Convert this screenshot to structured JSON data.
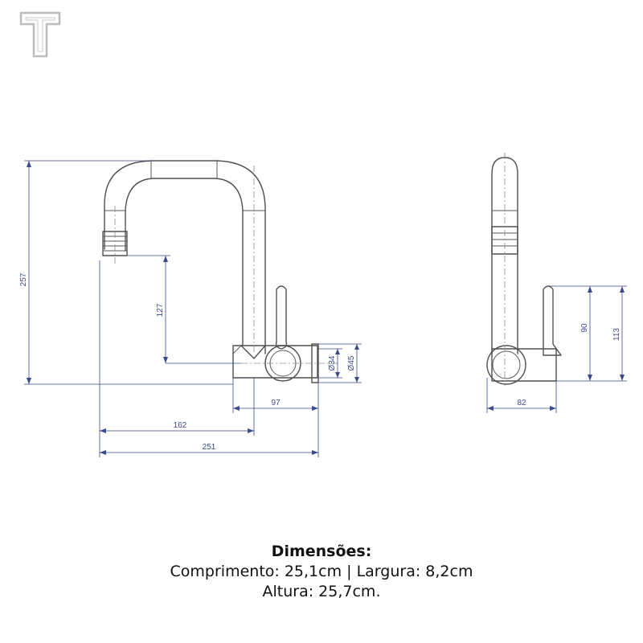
{
  "logo": {
    "icon": "t-logo-icon"
  },
  "dimensions": {
    "overall_height": "257",
    "outlet_to_base": "127",
    "diameter_small": "Ø34",
    "diameter_large": "Ø45",
    "handle_depth": "97",
    "spout_reach": "162",
    "overall_length": "251",
    "side_handle_height": "90",
    "side_overall_height": "113",
    "side_width": "82"
  },
  "caption": {
    "title": "Dimensões:",
    "line1": "Comprimento: 25,1cm | Largura: 8,2cm",
    "line2": "Altura: 25,7cm."
  }
}
